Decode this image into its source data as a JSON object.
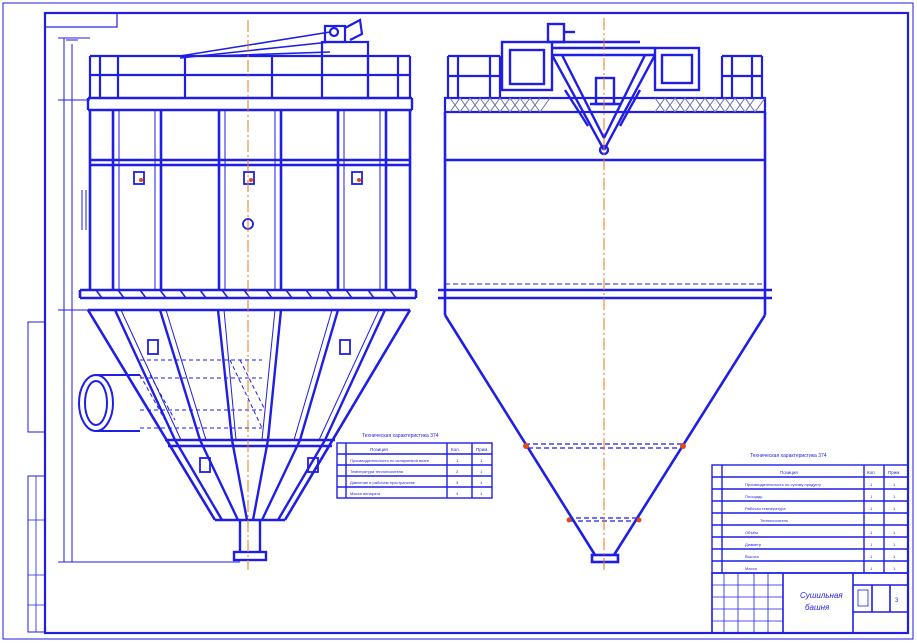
{
  "colors": {
    "line": "#1e1ee6",
    "hatch": "#6e6ea8",
    "centerline": "#e07a1a",
    "marker": "#e04a1a",
    "background": "#ffffff"
  },
  "title_block": {
    "title_line1": "Сушильная",
    "title_line2": "башня",
    "sheet": "3"
  },
  "table_small": {
    "caption": "Техническая характеристика 374",
    "headers": [
      "Позиция",
      "Кол.",
      "Прим."
    ],
    "rows": [
      [
        "Производительность по испаряемой влаге",
        "1",
        "1"
      ],
      [
        "Температура теплоносителя",
        "2",
        "1"
      ],
      [
        "Давление в рабочем пространстве",
        "3",
        "1"
      ],
      [
        "Масса аппарата",
        "4",
        "1"
      ]
    ]
  },
  "table_large": {
    "caption": "Техническая характеристика 374",
    "headers": [
      "Позиция",
      "Кол.",
      "Прим."
    ],
    "rows": [
      [
        "Производительность по сухому продукту",
        "1",
        "1"
      ],
      [
        "Площадь",
        "1",
        "1"
      ],
      [
        "Рабочая температура",
        "1",
        "1"
      ],
      [
        "Теплоноситель",
        "",
        ""
      ],
      [
        "Объём",
        "1",
        "1"
      ],
      [
        "Диаметр",
        "1",
        "1"
      ],
      [
        "Высота",
        "1",
        "1"
      ],
      [
        "Масса",
        "1",
        "1"
      ]
    ]
  },
  "dimensions": {
    "left_labels": [
      "",
      "",
      "",
      ""
    ]
  }
}
